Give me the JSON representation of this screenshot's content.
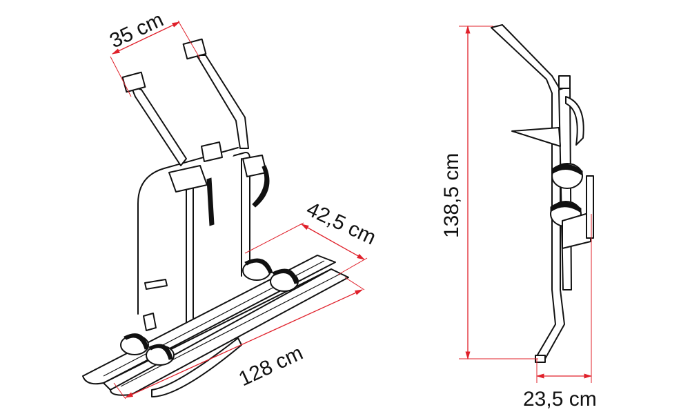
{
  "dimensions": {
    "width_between_arms": "35 cm",
    "rail_spacing": "42,5 cm",
    "rail_length": "128 cm",
    "height": "138,5 cm",
    "depth": "23,5 cm"
  },
  "colors": {
    "dimension_lines": "#e0202a",
    "drawing": "#111111"
  }
}
